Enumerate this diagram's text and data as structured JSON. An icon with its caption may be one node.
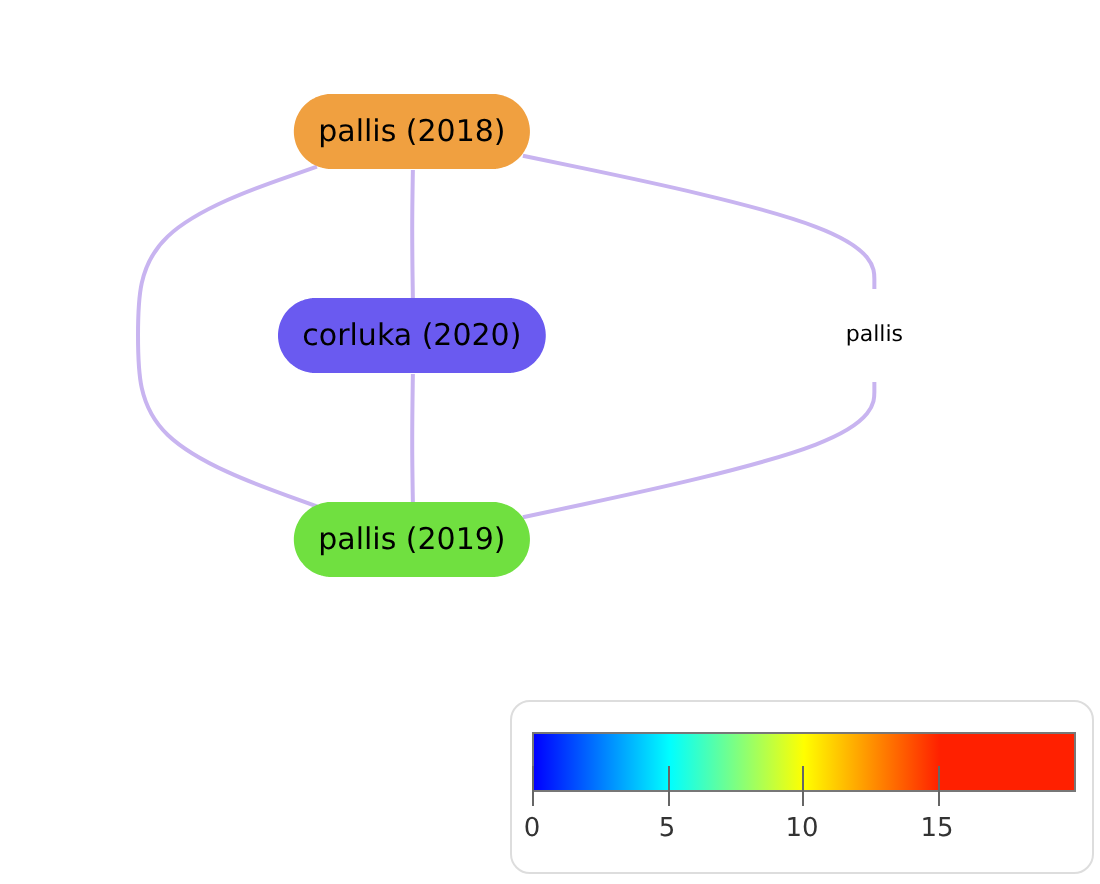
{
  "diagram": {
    "nodes": [
      {
        "text": [
          "pallis (2018)"
        ]
      },
      {
        "text": [
          "corluka (2020)"
        ]
      },
      {
        "text": [
          "pallis"
        ]
      },
      {
        "text": [
          "pallis (2019)"
        ]
      }
    ],
    "edges": [
      {
        "from": 0,
        "to": 1,
        "arrow": "none"
      },
      {
        "from": 0,
        "to": 2,
        "arrow": "none"
      },
      {
        "from": 0,
        "to": 3,
        "arrow": "none"
      },
      {
        "from": 1,
        "to": 3,
        "arrow": "none"
      },
      {
        "from": 2,
        "to": 3,
        "arrow": "none"
      }
    ],
    "legend": [
      {
        "text": "0",
        "color": "#0000ff"
      },
      {
        "text": "5",
        "color": "#00ffff"
      },
      {
        "text": "10",
        "color": "#ffff00"
      },
      {
        "text": "15",
        "color": "#ff2000"
      }
    ]
  }
}
